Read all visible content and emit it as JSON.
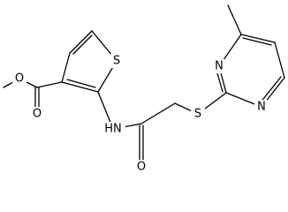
{
  "molecule": {
    "atoms": {
      "ester_oxygen": "O",
      "carbonyl_oxygen": "O",
      "thiophene_sulfur": "S",
      "amide_nitrogen": "HN",
      "amide_oxygen": "O",
      "thioether_sulfur": "S",
      "pyrimidine_nitrogen_upper": "N",
      "pyrimidine_nitrogen_lower": "N"
    }
  }
}
